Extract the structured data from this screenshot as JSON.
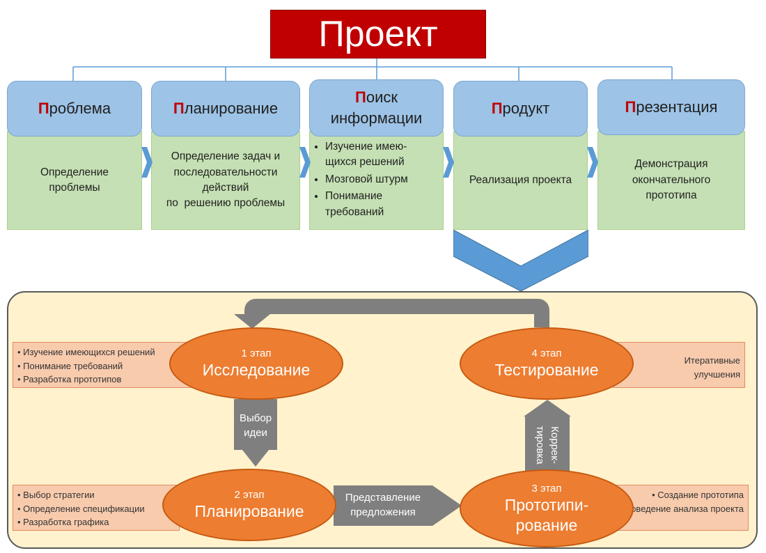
{
  "title": "Проект",
  "columns": [
    {
      "cap": "П",
      "rest": "роблема",
      "body": "Определение проблемы"
    },
    {
      "cap": "П",
      "rest": "ланирование",
      "body_lines": [
        "Определение задач и",
        "последовательности",
        "действий",
        "по  решению проблемы"
      ]
    },
    {
      "cap": "П",
      "rest_line1": "оиск",
      "line2": "информации",
      "bullets": [
        "Изучение имею-щихся решений",
        "Мозговой штурм",
        "Понимание требований"
      ]
    },
    {
      "cap": "П",
      "rest": "родукт",
      "body": "Реализация проекта"
    },
    {
      "cap": "П",
      "rest": "резентация",
      "body": "Демонстрация окончательного прототипа"
    }
  ],
  "stages": [
    {
      "stage": "1 этап",
      "name": "Исследование"
    },
    {
      "stage": "2 этап",
      "name": "Планирование"
    },
    {
      "stage": "3 этап",
      "name_line1": "Прототипи-",
      "name_line2": "рование"
    },
    {
      "stage": "4 этап",
      "name": "Тестирование"
    }
  ],
  "notes": {
    "research": [
      "Изучение имеющихся решений",
      "Понимание требований",
      "Разработка прототипов"
    ],
    "planning": [
      "Выбор стратегии",
      "Определение спецификации",
      "Разработка графика"
    ],
    "prototyping": [
      "Создание прототипа",
      "Проведение анализа проекта"
    ],
    "testing": "Итеративные улучшения"
  },
  "transitions": {
    "idea_line1": "Выбор",
    "idea_line2": "идеи",
    "proposal_line1": "Представление",
    "proposal_line2": "предложения",
    "correction_line1": "Коррек-",
    "correction_line2": "тировка"
  },
  "colors": {
    "title_red": "#c00000",
    "header_blue": "#9dc3e6",
    "body_green": "#c5e0b4",
    "panel_cream": "#fff2cc",
    "stage_orange": "#ed7d31",
    "note_salmon": "#f8cbad",
    "arrow_gray": "#7f7f7f",
    "arrow_blue": "#5b9bd5"
  }
}
